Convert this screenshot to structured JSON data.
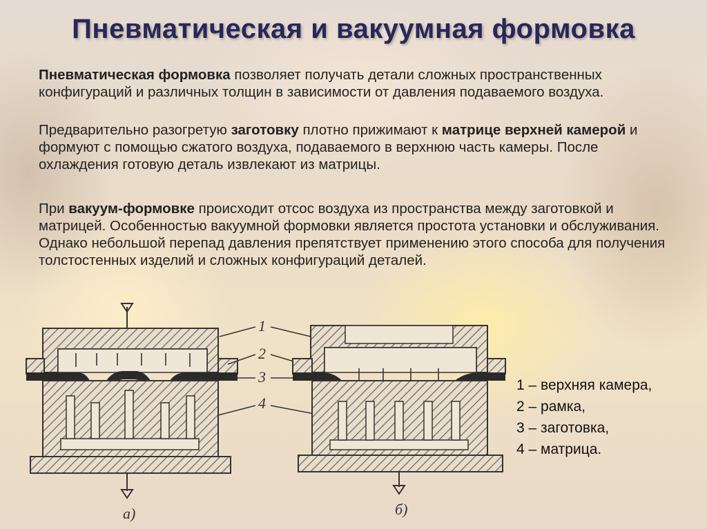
{
  "title": "Пневматическая  и вакуумная формовка",
  "paragraphs": {
    "p1": {
      "bold": "Пневматическая формовка",
      "t1": " позволяет получать детали сложных пространственных конфигураций и различных толщин в зависимости   от давления подаваемого воздуха."
    },
    "p2": {
      "t1": "Предварительно разогретую  ",
      "b1": "заготовку",
      "t2": "  плотно прижимают к ",
      "b2": "матрице верхней камерой",
      "t3": " и формуют с помощью сжатого воздуха, подаваемого в верхнюю часть камеры. После охлаждения готовую деталь извлекают из матрицы."
    },
    "p3": {
      "t1": "При ",
      "b1": "вакуум-формовке",
      "t2": " происходит отсос воздуха из пространства между заготовкой и матрицей. Особенностью вакуумной формовки является простота установки и обслуживания. Однако небольшой перепад давления препятствует применению этого способа для получения толстостенных изделий и сложных конфигураций деталей."
    }
  },
  "legend": [
    "1 – верхняя камера,",
    "2 – рамка,",
    "3 – заготовка,",
    "4 – матрица."
  ],
  "diagram": {
    "callouts": [
      "1",
      "2",
      "3",
      "4"
    ],
    "label_a": "а)",
    "label_b": "б)"
  },
  "colors": {
    "title": "#27275a",
    "hatch": "#6a625a",
    "blank": "#2a2a2a"
  }
}
